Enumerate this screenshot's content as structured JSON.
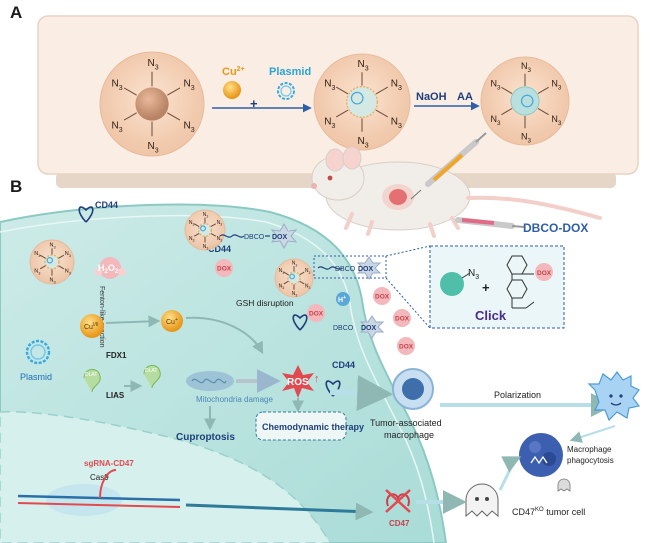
{
  "panel_a": {
    "letter": "A",
    "n3": "N",
    "n3_sub": "3",
    "cu_label": "Cu",
    "cu_sup": "2+",
    "plasmid_label": "Plasmid",
    "plus": "+",
    "naoh": "NaOH",
    "aa": "AA"
  },
  "panel_b": {
    "letter": "B",
    "dbco_dox_title": "DBCO-DOX",
    "cd44": "CD44",
    "dbco": "DBCO",
    "dox": "DOX",
    "h2o2_h": "H",
    "h2o2_sub": "2",
    "h2o2_o": "O",
    "fenton": "Fenton-like reaction",
    "cu_ii": "Cu",
    "cu_ii_sup": "I/II",
    "cu_i": "Cu",
    "cu_i_sup": "+",
    "gsh": "GSH disruption",
    "plasmid": "Plasmid",
    "fdx1": "FDX1",
    "lias": "LIAS",
    "dlat": "DLAT",
    "mito": "Mitochondria damage",
    "ros": "ROS",
    "cuproptosis": "Cuproptosis",
    "chemodynamic": "Chemodynamic therapy",
    "h_plus": "H",
    "h_plus_sup": "+",
    "click_n": "N",
    "click_sub": "3",
    "click_plus": "+",
    "click": "Click",
    "tam": "Tumor-associated macrophage",
    "polarization": "Polarization",
    "mac_phago": "Macrophage phagocytosis",
    "sgrna": "sgRNA-CD47",
    "cas9": "Cas9",
    "cd47": "CD47",
    "cd47ko_a": "CD47",
    "cd47ko_sup": "KO",
    "cd47ko_b": " tumor cell"
  },
  "colors": {
    "panel_a_bg": "#faeee4",
    "cell_fill": "#bfe6e2",
    "nucleus_fill": "#d3efec",
    "accent_blue": "#2e5ea8",
    "dox_pink": "#f3b8bb",
    "ros_red": "#e24a50",
    "copper": "#f0a520"
  }
}
